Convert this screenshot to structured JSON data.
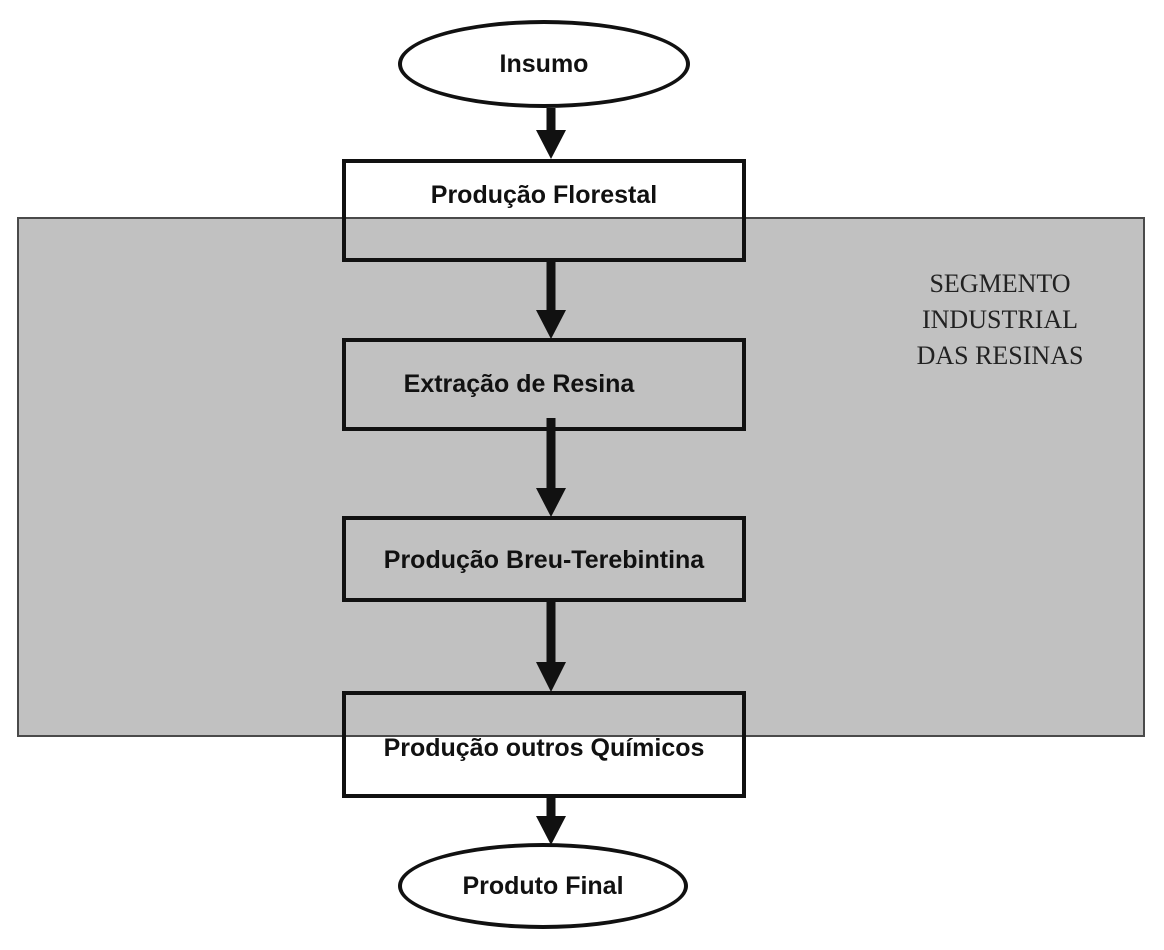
{
  "segment": {
    "label": "SEGMENTO\nINDUSTRIAL\nDAS RESINAS",
    "fill": "#c1c1c1"
  },
  "nodes": {
    "insumo": "Insumo",
    "producao_florestal": "Produção Florestal",
    "extracao_resina": "Extração de Resina",
    "producao_breu": "Produção Breu-Terebintina",
    "producao_quimicos": "Produção outros Químicos",
    "produto_final": "Produto Final"
  },
  "edges": [
    {
      "from": "insumo",
      "to": "producao_florestal"
    },
    {
      "from": "producao_florestal",
      "to": "extracao_resina"
    },
    {
      "from": "extracao_resina",
      "to": "producao_breu"
    },
    {
      "from": "producao_breu",
      "to": "producao_quimicos"
    },
    {
      "from": "producao_quimicos",
      "to": "produto_final"
    }
  ]
}
